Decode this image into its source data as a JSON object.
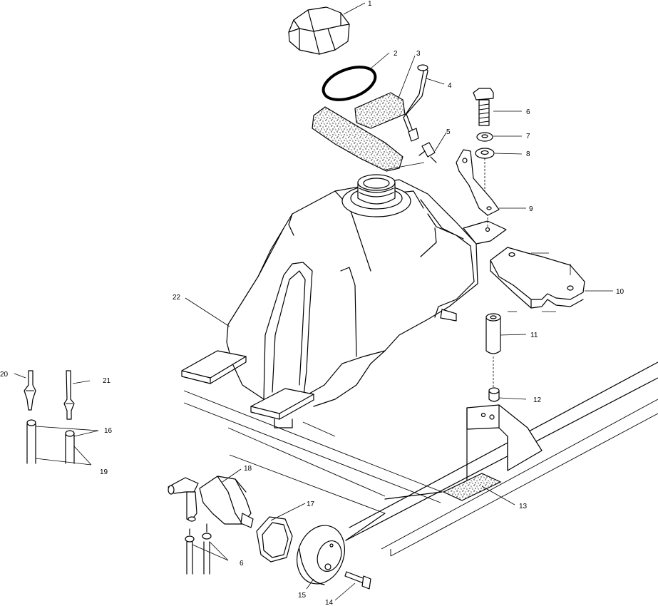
{
  "callouts": [
    {
      "id": "1",
      "label": "1"
    },
    {
      "id": "2",
      "label": "2"
    },
    {
      "id": "3",
      "label": "3"
    },
    {
      "id": "4",
      "label": "4"
    },
    {
      "id": "5",
      "label": "5"
    },
    {
      "id": "6a",
      "label": "6"
    },
    {
      "id": "7",
      "label": "7"
    },
    {
      "id": "8",
      "label": "8"
    },
    {
      "id": "9",
      "label": "9"
    },
    {
      "id": "10",
      "label": "10"
    },
    {
      "id": "11",
      "label": "11"
    },
    {
      "id": "12",
      "label": "12"
    },
    {
      "id": "13",
      "label": "13"
    },
    {
      "id": "14",
      "label": "14"
    },
    {
      "id": "15",
      "label": "15"
    },
    {
      "id": "6b",
      "label": "6"
    },
    {
      "id": "16",
      "label": "16"
    },
    {
      "id": "17",
      "label": "17"
    },
    {
      "id": "18",
      "label": "18"
    },
    {
      "id": "19",
      "label": "19"
    },
    {
      "id": "20",
      "label": "20"
    },
    {
      "id": "21",
      "label": "21"
    },
    {
      "id": "22",
      "label": "22"
    }
  ]
}
